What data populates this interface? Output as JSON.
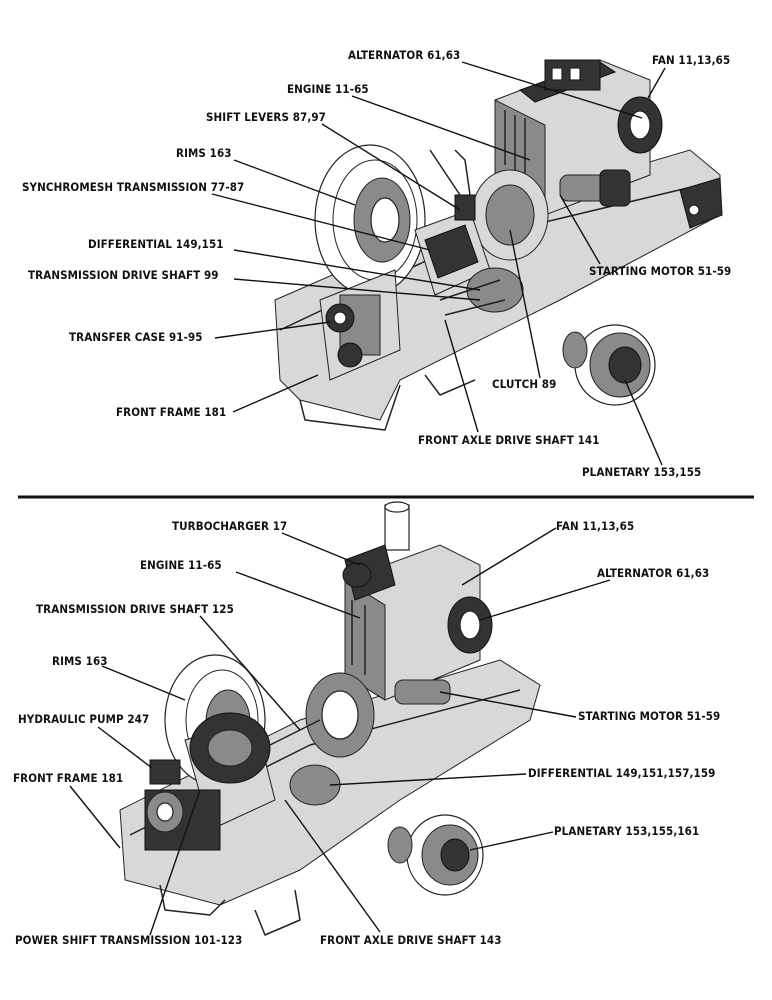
{
  "top": {
    "labels": {
      "alternator": "ALTERNATOR 61,63",
      "fan": "FAN 11,13,65",
      "engine": "ENGINE 11-65",
      "shift_levers": "SHIFT LEVERS 87,97",
      "rims": "RIMS 163",
      "synchromesh": "SYNCHROMESH TRANSMISSION 77-87",
      "differential": "DIFFERENTIAL 149,151",
      "drive_shaft": "TRANSMISSION DRIVE SHAFT 99",
      "starting_motor": "STARTING MOTOR 51-59",
      "transfer_case": "TRANSFER CASE 91-95",
      "clutch": "CLUTCH 89",
      "front_frame": "FRONT FRAME 181",
      "front_axle": "FRONT AXLE DRIVE SHAFT 141",
      "planetary": "PLANETARY 153,155"
    }
  },
  "bottom": {
    "labels": {
      "turbo": "TURBOCHARGER 17",
      "fan": "FAN 11,13,65",
      "engine": "ENGINE 11-65",
      "alternator": "ALTERNATOR 61,63",
      "drive_shaft": "TRANSMISSION DRIVE SHAFT 125",
      "rims": "RIMS 163",
      "starting_motor": "STARTING MOTOR 51-59",
      "hydraulic_pump": "HYDRAULIC PUMP 247",
      "differential": "DIFFERENTIAL 149,151,157,159",
      "front_frame": "FRONT FRAME 181",
      "planetary": "PLANETARY 153,155,161",
      "power_shift": "POWER SHIFT TRANSMISSION 101-123",
      "front_axle": "FRONT AXLE DRIVE SHAFT 143"
    }
  }
}
